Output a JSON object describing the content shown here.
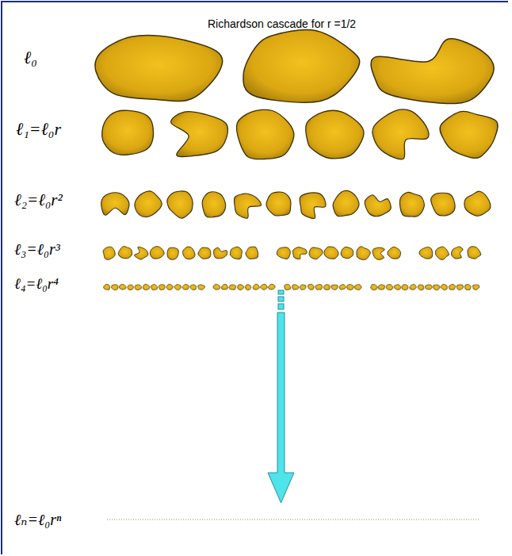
{
  "diagram": {
    "title": "Richardson cascade for r =1/2",
    "labels": [
      "ℓ₀",
      "ℓ₁=ℓ₀r",
      "ℓ₂=ℓ₀r²",
      "ℓ₃=ℓ₀r³",
      "ℓ₄=ℓ₀r⁴",
      "ℓₙ=ℓ₀rⁿ"
    ]
  }
}
